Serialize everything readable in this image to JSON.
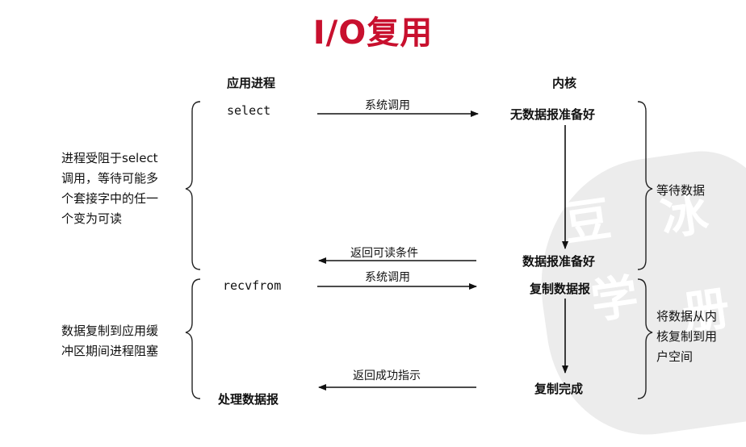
{
  "title": "I/O复用",
  "headers": {
    "app": "应用进程",
    "kernel": "内核"
  },
  "app_steps": {
    "select": "select",
    "recvfrom": "recvfrom",
    "process": "处理数据报"
  },
  "kernel_steps": {
    "not_ready": "无数据报准备好",
    "ready": "数据报准备好",
    "copy": "复制数据报",
    "done": "复制完成"
  },
  "arrows": {
    "syscall1": "系统调用",
    "return_readable": "返回可读条件",
    "syscall2": "系统调用",
    "return_success": "返回成功指示"
  },
  "left_notes": {
    "blocked_select": [
      "进程受阻于select",
      "调用，等待可能多",
      "个套接字中的任一",
      "个变为可读"
    ],
    "blocked_copy": [
      "数据复制到应用缓",
      "冲区期间进程阻塞"
    ]
  },
  "right_notes": {
    "wait": "等待数据",
    "copy": [
      "将数据从内",
      "核复制到用",
      "户空间"
    ]
  }
}
